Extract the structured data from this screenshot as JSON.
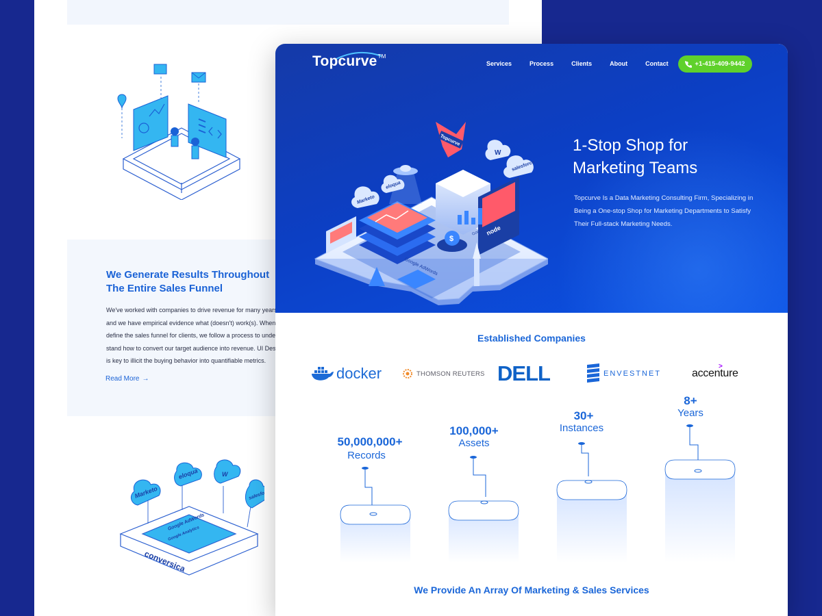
{
  "background_page": {
    "heading": "We Generate Results Throughout The Entire Sales Funnel",
    "body": "We've worked with companies to drive revenue for many years\nand we have empirical evidence what (doesn't) work(s). When w\ndefine the sales funnel for clients, we follow a process to unde\nstand how to convert our target audience into revenue. UI Des\nis key to illicit the buying behavior into quantifiable metrics.",
    "read_more": "Read More",
    "integration_labels": [
      "Marketo",
      "eloqua",
      "W",
      "salesforce",
      "Google AdWords",
      "Google Analytics",
      "conversica"
    ]
  },
  "site": {
    "logo": {
      "name": "Topcurve",
      "tm": "TM"
    },
    "nav": [
      {
        "label": "Services"
      },
      {
        "label": "Process"
      },
      {
        "label": "Clients"
      },
      {
        "label": "About"
      },
      {
        "label": "Contact"
      }
    ],
    "phone": "+1-415-409-9442",
    "hero": {
      "title_line1": "1-Stop Shop for",
      "title_line2": "Marketing Teams",
      "description": "Topcurve Is a Data Marketing Consulting Firm, Specializing in Being a One-stop Shop for Marketing Departments to Satisfy Their Full-stack Marketing Needs."
    },
    "illustration_labels": [
      "Topcurve",
      "salesforce",
      "W",
      "Marketo",
      "eloqua",
      "node",
      "Google AdWords",
      "Google Analytics",
      "$"
    ],
    "companies": {
      "title": "Established Companies",
      "logos": [
        "docker",
        "THOMSON REUTERS",
        "DELL",
        "ENVESTNET",
        "accenture"
      ]
    },
    "stats": [
      {
        "value": "50,000,000+",
        "label": "Records"
      },
      {
        "value": "100,000+",
        "label": "Assets"
      },
      {
        "value": "30+",
        "label": "Instances"
      },
      {
        "value": "8+",
        "label": "Years"
      }
    ],
    "services_title": "We Provide An Array Of Marketing & Sales Services"
  },
  "colors": {
    "outer_background": "#17288f",
    "hero_blue": "#0c3fc4",
    "accent_blue": "#1a66d8",
    "cta_green": "#5fd12b"
  },
  "icons": [
    "phone-icon",
    "arrow-right-icon",
    "docker-whale-icon",
    "reuters-icon",
    "envestnet-icon",
    "location-pin-icon",
    "code-icon",
    "envelope-icon"
  ]
}
